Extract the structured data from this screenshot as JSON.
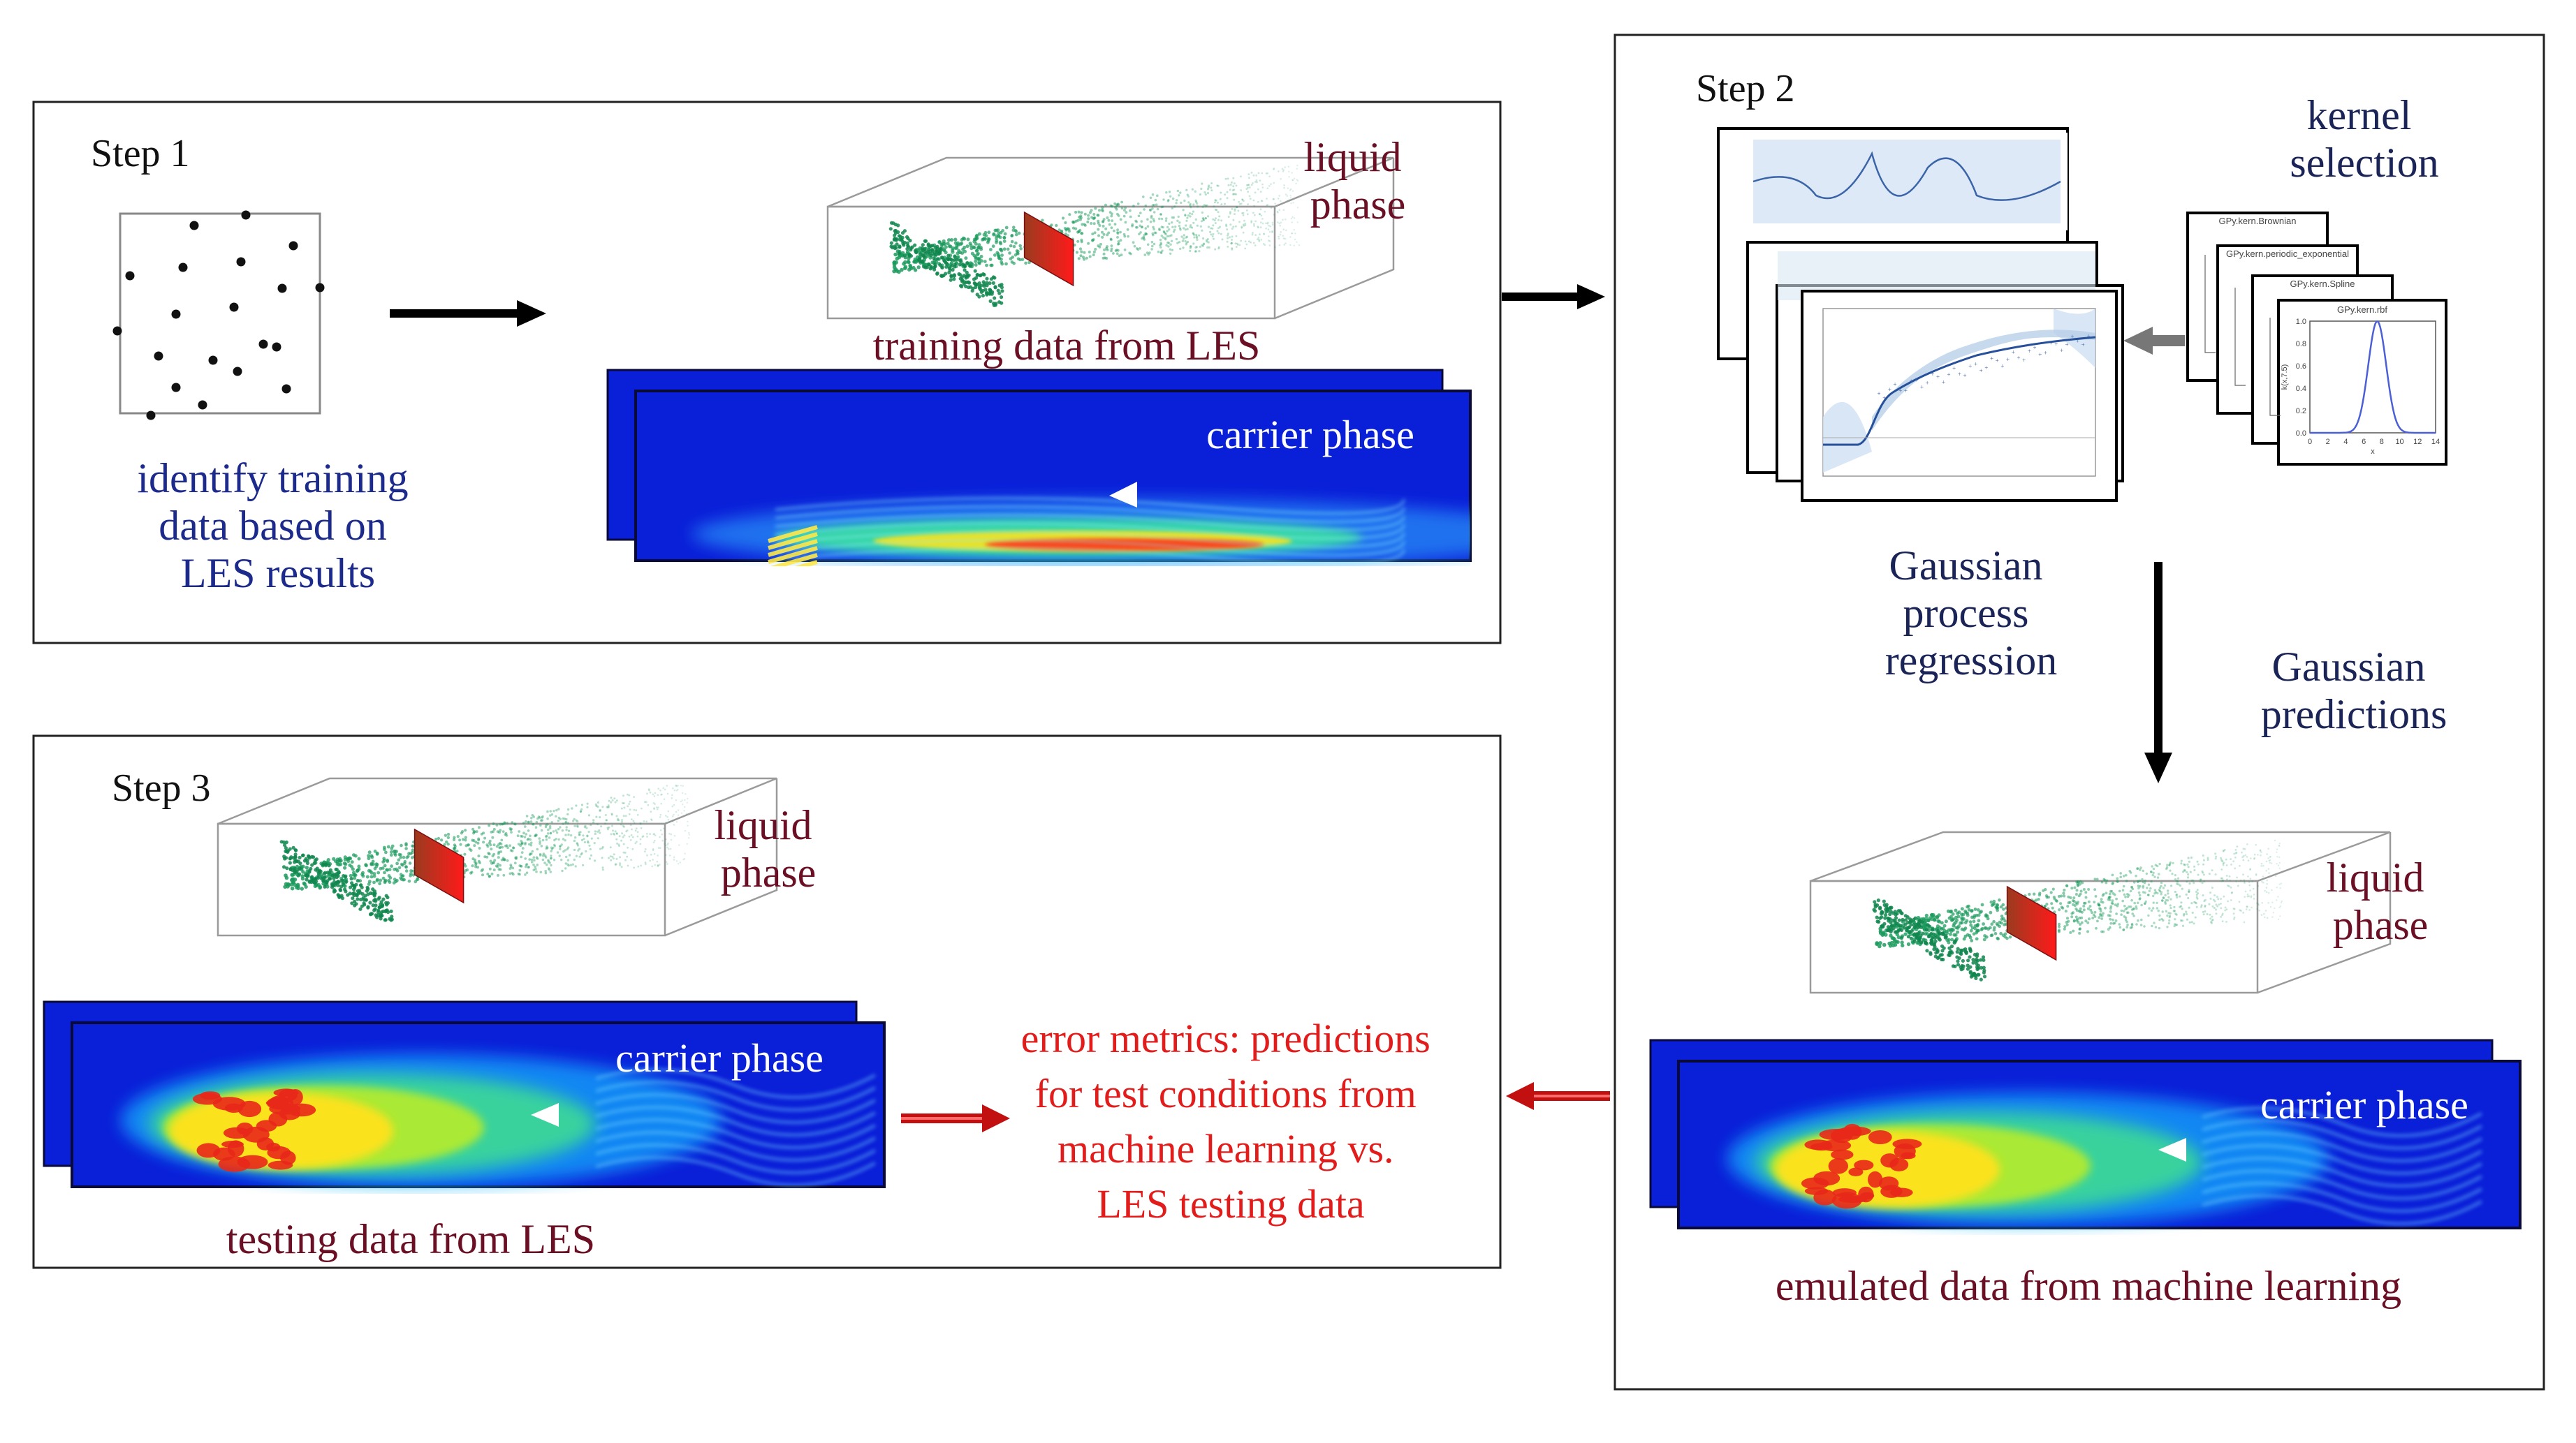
{
  "step1": {
    "title": "Step 1",
    "caption": [
      "identify training",
      "data based on",
      "LES results"
    ],
    "liquid_label": [
      "liquid",
      "phase"
    ],
    "training_label": "training data from LES",
    "carrier_label": "carrier phase"
  },
  "step2": {
    "title": "Step 2",
    "kernel_label": [
      "kernel",
      "selection"
    ],
    "gpr_label": [
      "Gaussian",
      "process",
      "regression"
    ],
    "predictions_label": [
      "Gaussian",
      "predictions"
    ],
    "liquid_label": [
      "liquid",
      "phase"
    ],
    "carrier_label": "carrier phase",
    "emulated_label": "emulated data from machine learning",
    "kernel_titles": [
      "GPy.kern.Brownian",
      "GPy.kern.periodic_exponential",
      "GPy.kern.Spline",
      "GPy.kern.rbf"
    ],
    "rbf_x_ticks": [
      "0",
      "2",
      "4",
      "6",
      "8",
      "10",
      "12",
      "14"
    ],
    "rbf_y_ticks": [
      "0.0",
      "0.2",
      "0.4",
      "0.6",
      "0.8",
      "1.0"
    ],
    "rbf_y_label": "k(x,7.5)",
    "rbf_x_label": "x"
  },
  "step3": {
    "title": "Step 3",
    "liquid_label": [
      "liquid",
      "phase"
    ],
    "carrier_label": "carrier phase",
    "testing_label": "testing data from LES",
    "error_label": [
      "error metrics: predictions",
      "for test conditions from",
      "machine learning vs.",
      "LES testing data"
    ]
  },
  "colors": {
    "blue_text": "#1c2a8c",
    "maroon_text": "#6b0f24",
    "red_text": "#e21b1b",
    "field_background": "#0a1fd8",
    "particle_green": "#1a9a5c"
  }
}
